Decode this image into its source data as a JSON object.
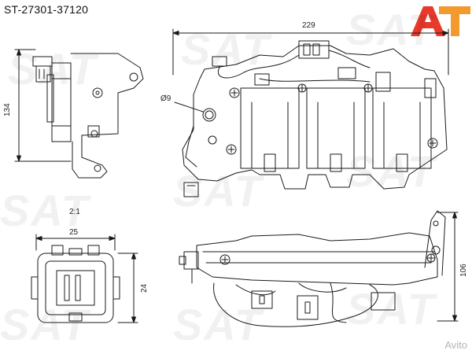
{
  "header": {
    "part_number": "ST-27301-37120"
  },
  "logo": {
    "text": "AT",
    "color_red": "#e8392b",
    "color_orange": "#f29a2e"
  },
  "dimensions": {
    "height_side": "134",
    "width_top": "229",
    "hole_dia": "Ø9",
    "scale": "2:1",
    "connector_width": "25",
    "connector_height": "24",
    "bracket_height": "106"
  },
  "watermark": {
    "text": "SAT"
  },
  "footer": {
    "brand": "Avito"
  }
}
